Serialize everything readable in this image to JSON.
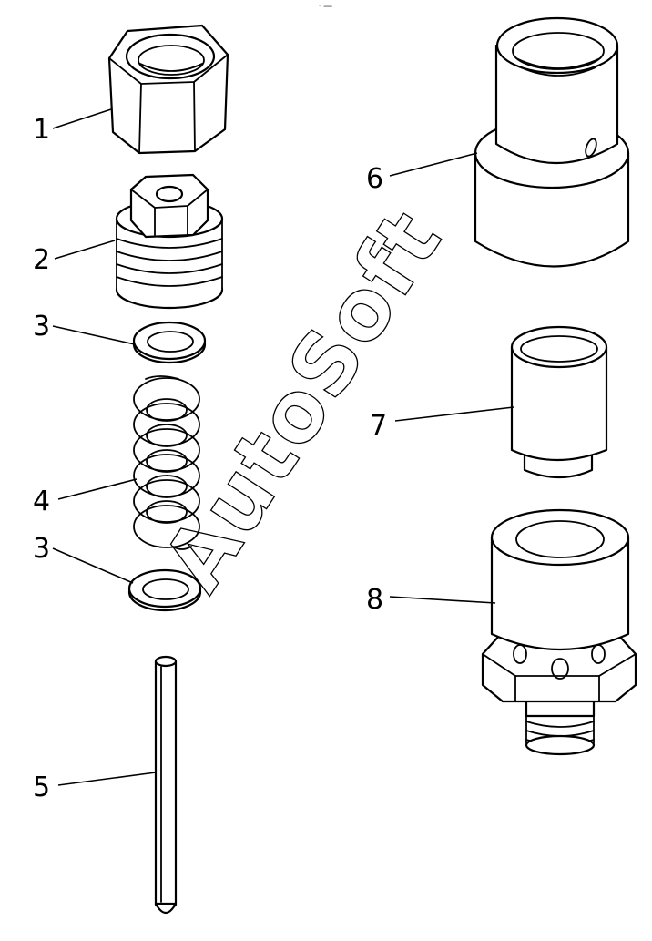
{
  "diagram": {
    "top_mark": "™ ═══",
    "watermark": "AutoSoft",
    "callouts": {
      "c1": "1",
      "c2": "2",
      "c3a": "3",
      "c4": "4",
      "c3b": "3",
      "c5": "5",
      "c6": "6",
      "c7": "7",
      "c8": "8"
    }
  }
}
